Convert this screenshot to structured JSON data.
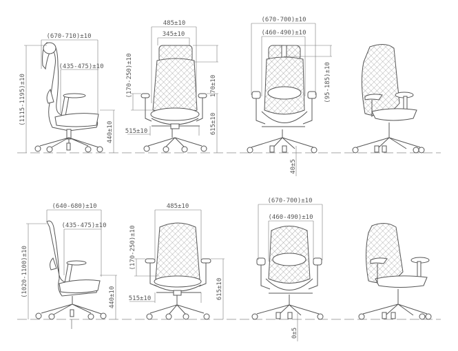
{
  "title": "Ergonomic mesh office chair dimension drawings",
  "top_row": {
    "side_view": {
      "overall_depth": "(670-710)±10",
      "seat_depth": "(435-475)±10",
      "overall_height": "(1115-1195)±10",
      "seat_height": "440±10"
    },
    "front_view": {
      "overall_width": "485±10",
      "headrest_width": "345±10",
      "armrest_height": "(170-250)±10",
      "headrest_adjust": "170±10",
      "base_width": "515±10",
      "arm_height_from_floor": "615±10"
    },
    "back_view": {
      "arm_outer_width": "(670-700)±10",
      "arm_inner_width": "(460-490)±10",
      "lumbar_adjust": "(95-185)±10",
      "seat_travel": "40±5"
    }
  },
  "bottom_row": {
    "side_view": {
      "overall_depth": "(640-680)±10",
      "seat_depth": "(435-475)±10",
      "overall_height": "(1020-1100)±10",
      "seat_height": "440±10"
    },
    "front_view": {
      "overall_width": "485±10",
      "armrest_height": "(170-250)±10",
      "base_width": "515±10",
      "arm_height_from_floor": "615±10"
    },
    "back_view": {
      "arm_outer_width": "(670-700)±10",
      "arm_inner_width": "(460-490)±10",
      "seat_travel": "0±5"
    }
  }
}
